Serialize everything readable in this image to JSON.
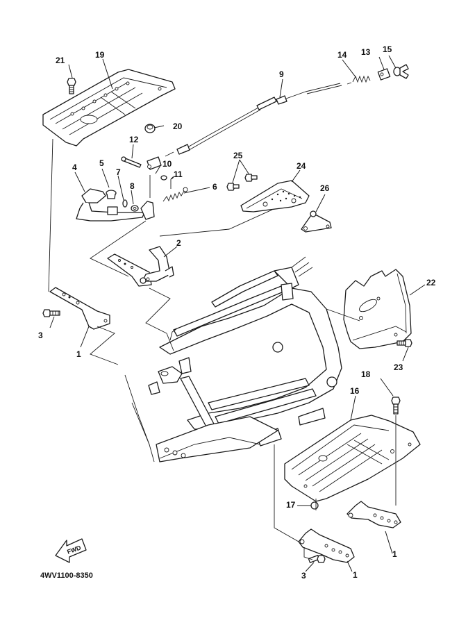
{
  "diagram": {
    "part_code": "4WV1100-8350",
    "fwd_label": "FWD",
    "callouts": [
      {
        "id": "c21",
        "label": "21"
      },
      {
        "id": "c19",
        "label": "19"
      },
      {
        "id": "c20",
        "label": "20"
      },
      {
        "id": "c9",
        "label": "9"
      },
      {
        "id": "c14",
        "label": "14"
      },
      {
        "id": "c13",
        "label": "13"
      },
      {
        "id": "c15",
        "label": "15"
      },
      {
        "id": "c12",
        "label": "12"
      },
      {
        "id": "c5",
        "label": "5"
      },
      {
        "id": "c4",
        "label": "4"
      },
      {
        "id": "c7",
        "label": "7"
      },
      {
        "id": "c8",
        "label": "8"
      },
      {
        "id": "c10",
        "label": "10"
      },
      {
        "id": "c11",
        "label": "11"
      },
      {
        "id": "c6",
        "label": "6"
      },
      {
        "id": "c25",
        "label": "25"
      },
      {
        "id": "c24",
        "label": "24"
      },
      {
        "id": "c26",
        "label": "26"
      },
      {
        "id": "c2",
        "label": "2"
      },
      {
        "id": "c3a",
        "label": "3"
      },
      {
        "id": "c1a",
        "label": "1"
      },
      {
        "id": "c22",
        "label": "22"
      },
      {
        "id": "c23",
        "label": "23"
      },
      {
        "id": "c18",
        "label": "18"
      },
      {
        "id": "c16",
        "label": "16"
      },
      {
        "id": "c17",
        "label": "17"
      },
      {
        "id": "c1b",
        "label": "1"
      },
      {
        "id": "c1c",
        "label": "1"
      },
      {
        "id": "c3b",
        "label": "3"
      }
    ]
  }
}
